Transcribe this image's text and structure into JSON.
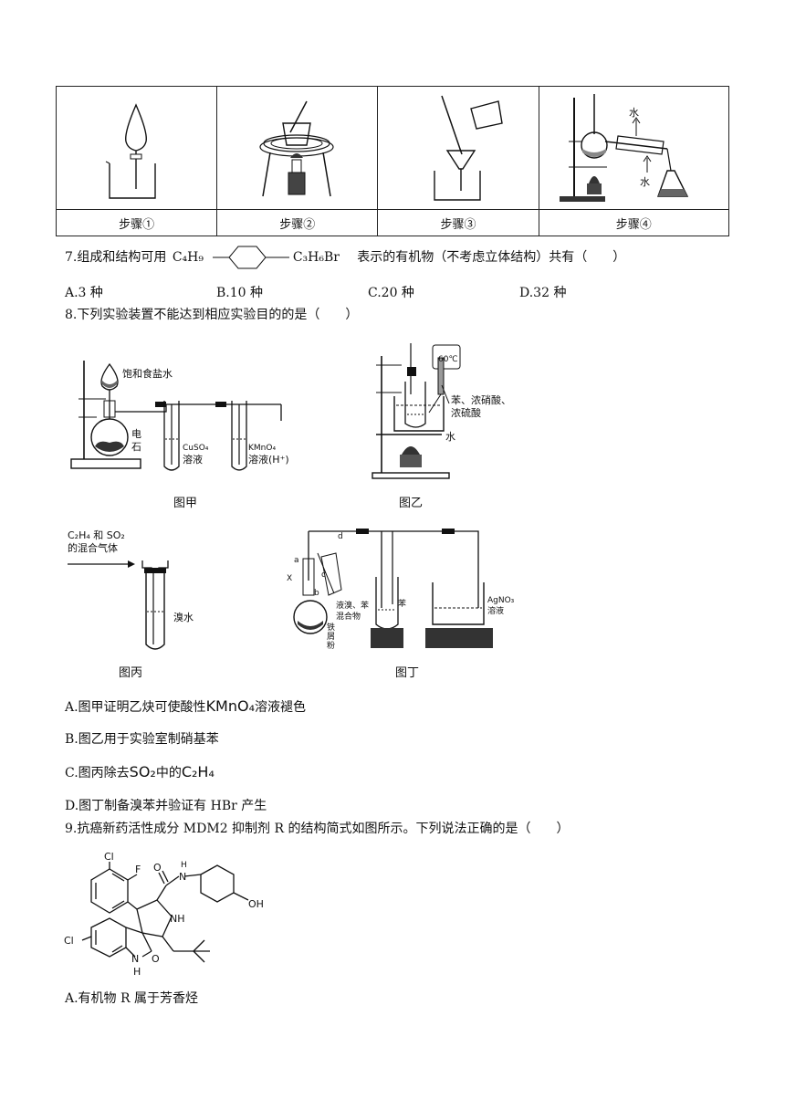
{
  "steps": {
    "captions": [
      "步骤①",
      "步骤②",
      "步骤③",
      "步骤④"
    ],
    "water_label_top": "水",
    "water_label_bottom": "水"
  },
  "q7": {
    "prefix": "7.组成和结构可用",
    "formula_left": "C₄H₉",
    "formula_right": "C₃H₆Br",
    "suffix": "表示的有机物（不考虑立体结构）共有（　　）",
    "options": [
      "A.3 种",
      "B.10 种",
      "C.20 种",
      "D.32 种"
    ]
  },
  "q8": {
    "stem": "8.下列实验装置不能达到相应实验目的的是（　　）",
    "fig_jia": {
      "caption": "图甲",
      "label_saltwater": "饱和食盐水",
      "label_carbide_1": "电",
      "label_carbide_2": "石",
      "label_cuso4_1": "CuSO₄",
      "label_cuso4_2": "溶液",
      "label_kmno4_1": "KMnO₄",
      "label_kmno4_2": "溶液(H⁺)"
    },
    "fig_yi": {
      "caption": "图乙",
      "label_temp": "60℃",
      "label_reagents_1": "苯、浓硝酸、",
      "label_reagents_2": "浓硫酸",
      "label_water": "水"
    },
    "fig_bing": {
      "caption": "图丙",
      "label_gas_1": "C₂H₄ 和 SO₂",
      "label_gas_2": "的混合气体",
      "label_bromine_water": "溴水"
    },
    "fig_ding": {
      "caption": "图丁",
      "label_d": "d",
      "label_a": "a",
      "label_x": "X",
      "label_c": "c",
      "label_b": "b",
      "label_mix_1": "液溴、苯",
      "label_mix_2": "混合物",
      "label_iron_1": "铁",
      "label_iron_2": "屑",
      "label_iron_3": "粉",
      "label_benzene": "苯",
      "label_agno3_1": "AgNO₃",
      "label_agno3_2": "溶液"
    },
    "options": {
      "A_prefix": "A.图甲证明乙炔可使酸性",
      "A_formula": "KMnO₄",
      "A_suffix": "溶液褪色",
      "B": "B.图乙用于实验室制硝基苯",
      "C_prefix": "C.图丙除去",
      "C_formula1": "SO₂",
      "C_mid": "中的",
      "C_formula2": "C₂H₄",
      "D": "D.图丁制备溴苯并验证有 HBr 产生"
    }
  },
  "q9": {
    "stem": "9.抗癌新药活性成分 MDM2 抑制剂 R 的结构简式如图所示。下列说法正确的是（　　）",
    "structure_labels": {
      "cl_top": "Cl",
      "f": "F",
      "nh_amide_h": "H",
      "nh_amide_n": "N",
      "oh": "OH",
      "o_amide": "O",
      "nh_ring": "NH",
      "cl_left": "Cl",
      "nh_lactam_n": "N",
      "nh_lactam_h": "H",
      "o_lactam": "O"
    },
    "option_A": "A.有机物 R 属于芳香烃"
  }
}
